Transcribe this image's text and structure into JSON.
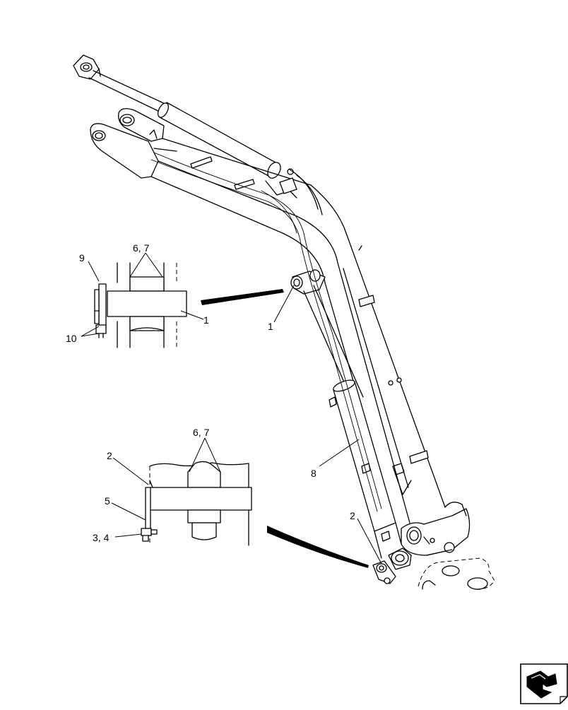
{
  "callouts": {
    "c9": "9",
    "c67_top": "6, 7",
    "c1_inset": "1",
    "c10": "10",
    "c1_main": "1",
    "c67_bottom": "6, 7",
    "c2_inset": "2",
    "c5": "5",
    "c34": "3, 4",
    "c8": "8",
    "c2_main": "2"
  },
  "icons": {
    "corner_symbol": "page-turn-arrow-icon"
  }
}
